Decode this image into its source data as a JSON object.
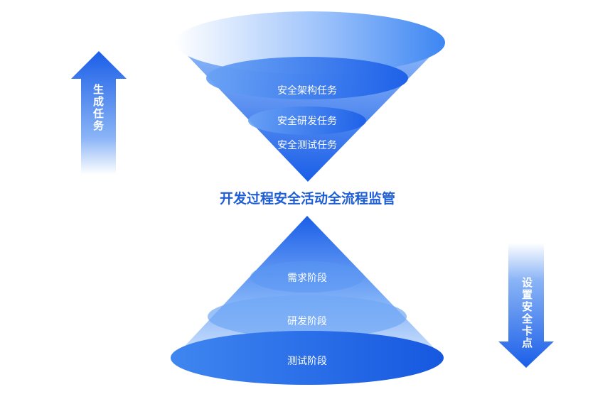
{
  "center_title": "开发过程安全活动全流程监管",
  "top_funnel": {
    "layers": [
      "安全架构任务",
      "安全研发任务",
      "安全测试任务"
    ]
  },
  "bottom_cone": {
    "layers": [
      "需求阶段",
      "研发阶段",
      "测试阶段"
    ]
  },
  "left_arrow": {
    "label": "生成任务",
    "direction": "up"
  },
  "right_arrow": {
    "label": "设置安全卡点",
    "direction": "down"
  },
  "colors": {
    "primary": "#1a5ee8",
    "accent_text": "#1f5fd6",
    "light": "#ffffff"
  }
}
